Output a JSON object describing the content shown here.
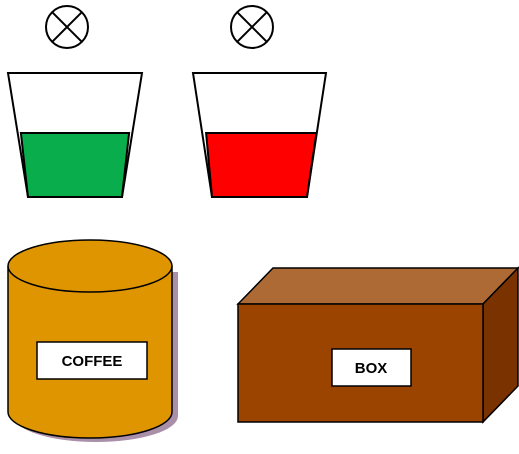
{
  "cups": [
    {
      "id": "left-cup",
      "fill_color": "#0aad4c",
      "lamp_icon": "x-circle-icon"
    },
    {
      "id": "right-cup",
      "fill_color": "#ff0000",
      "lamp_icon": "x-circle-icon"
    }
  ],
  "coffee_can": {
    "label": "COFFEE",
    "body_color": "#df9500",
    "shadow_color": "#a98fa8"
  },
  "box": {
    "label": "BOX",
    "front_color": "#9a4400",
    "top_color": "#ad6a35",
    "side_color": "#7a3300"
  }
}
